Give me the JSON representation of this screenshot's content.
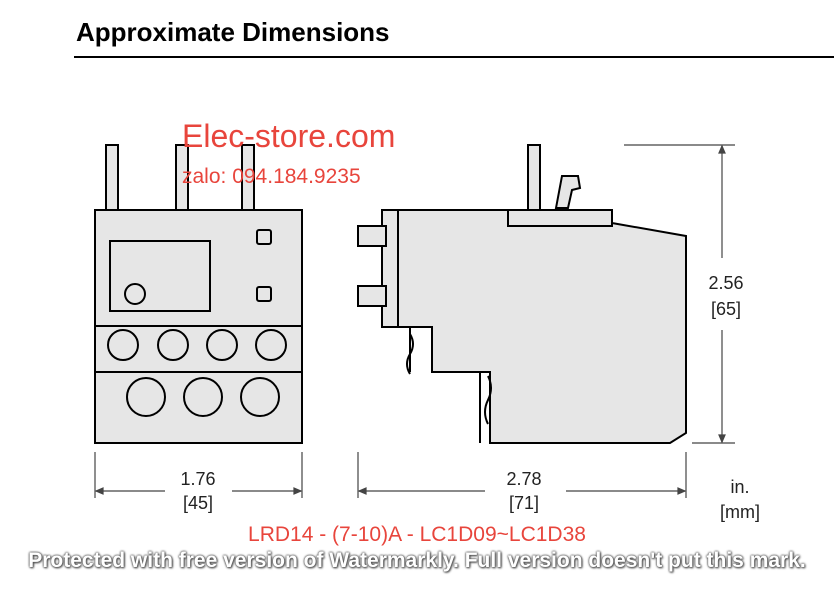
{
  "document": {
    "title": "Approximate Dimensions"
  },
  "front_view": {
    "width_in": "1.76",
    "width_mm": "[45]"
  },
  "side_view": {
    "depth_in": "2.78",
    "depth_mm": "[71]",
    "height_in": "2.56",
    "height_mm": "[65]"
  },
  "units": {
    "primary": "in.",
    "secondary": "[mm]"
  },
  "overlay": {
    "brand": "Elec-store.com",
    "zalo": "zalo: 094.184.9235",
    "model": "LRD14 - (7-10)A - LC1D09~LC1D38",
    "watermark": "Protected with free version of Watermarkly. Full version doesn't put this mark."
  },
  "colors": {
    "body_fill": "#e6e6e6",
    "outline": "#000000",
    "overlay_red": "#e8453c"
  }
}
